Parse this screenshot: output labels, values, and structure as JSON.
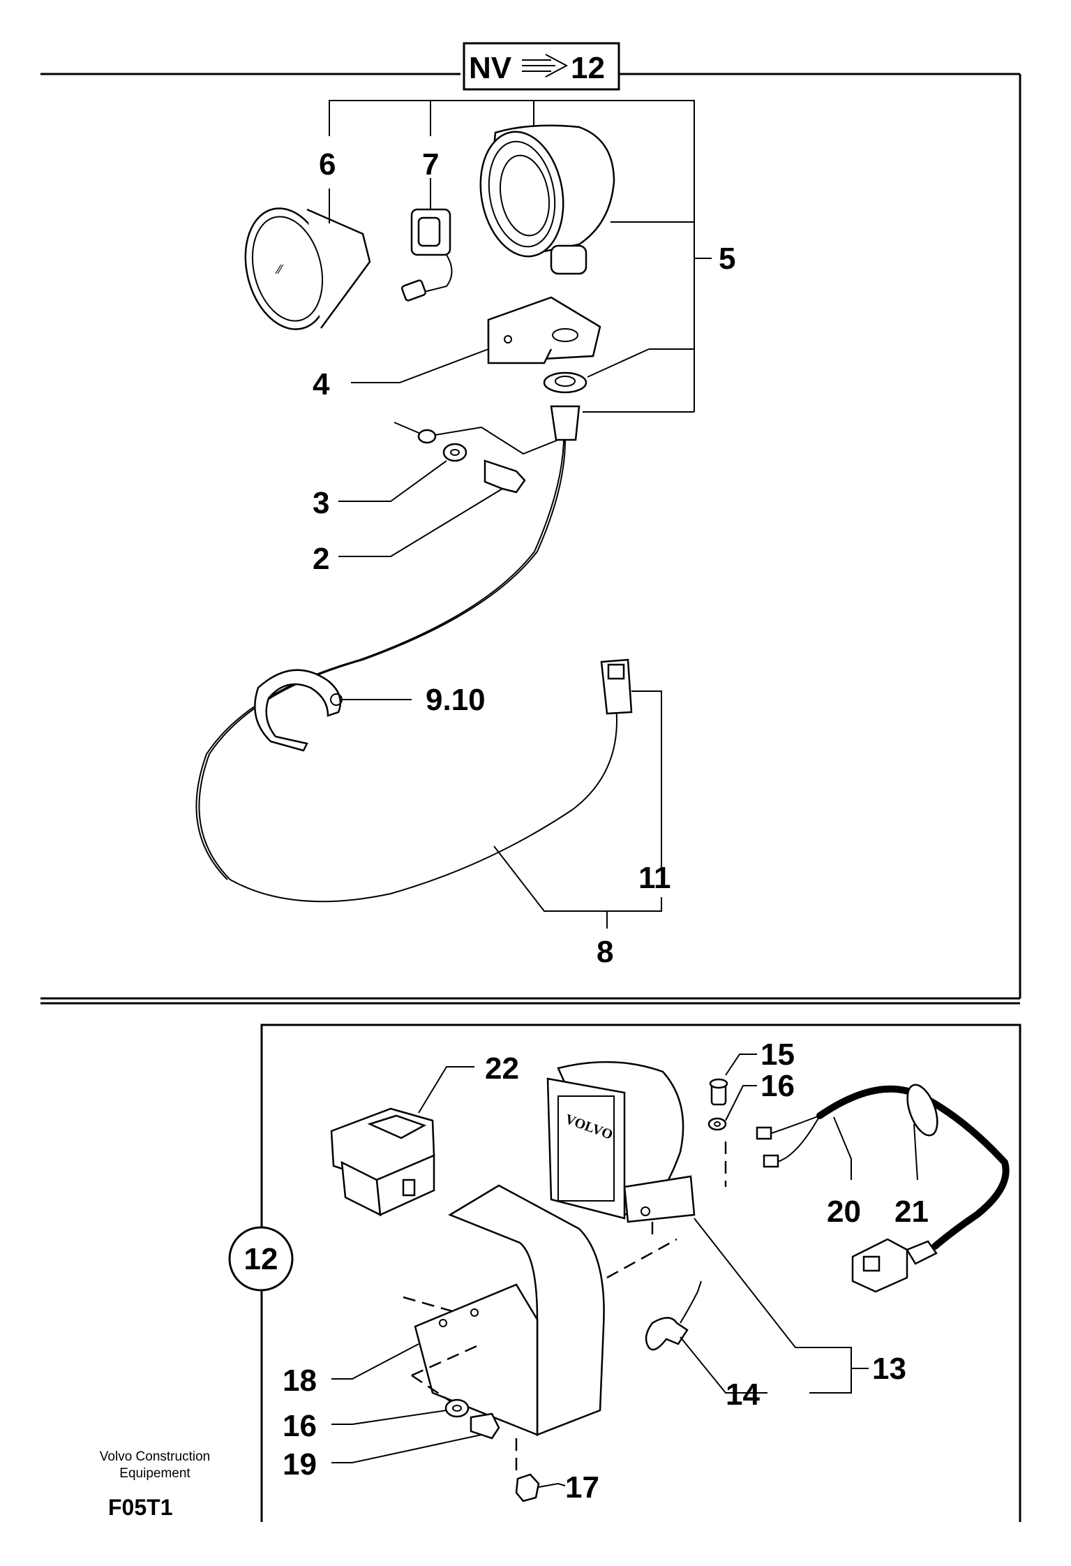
{
  "header": {
    "ref_prefix": "NV",
    "ref_target": "12"
  },
  "labels": {
    "p2": "2",
    "p3": "3",
    "p4": "4",
    "p5": "5",
    "p6": "6",
    "p7": "7",
    "p8": "8",
    "p9_10": "9.10",
    "p11": "11",
    "p12": "12",
    "p13": "13",
    "p14": "14",
    "p15": "15",
    "p16a": "16",
    "p16b": "16",
    "p17": "17",
    "p18": "18",
    "p19": "19",
    "p20": "20",
    "p21": "21",
    "p22": "22"
  },
  "footer": {
    "company_line1": "Volvo Construction",
    "company_line2": "Equipement",
    "figure_code": "F05T1"
  },
  "lamp_brand": "VOLVO"
}
